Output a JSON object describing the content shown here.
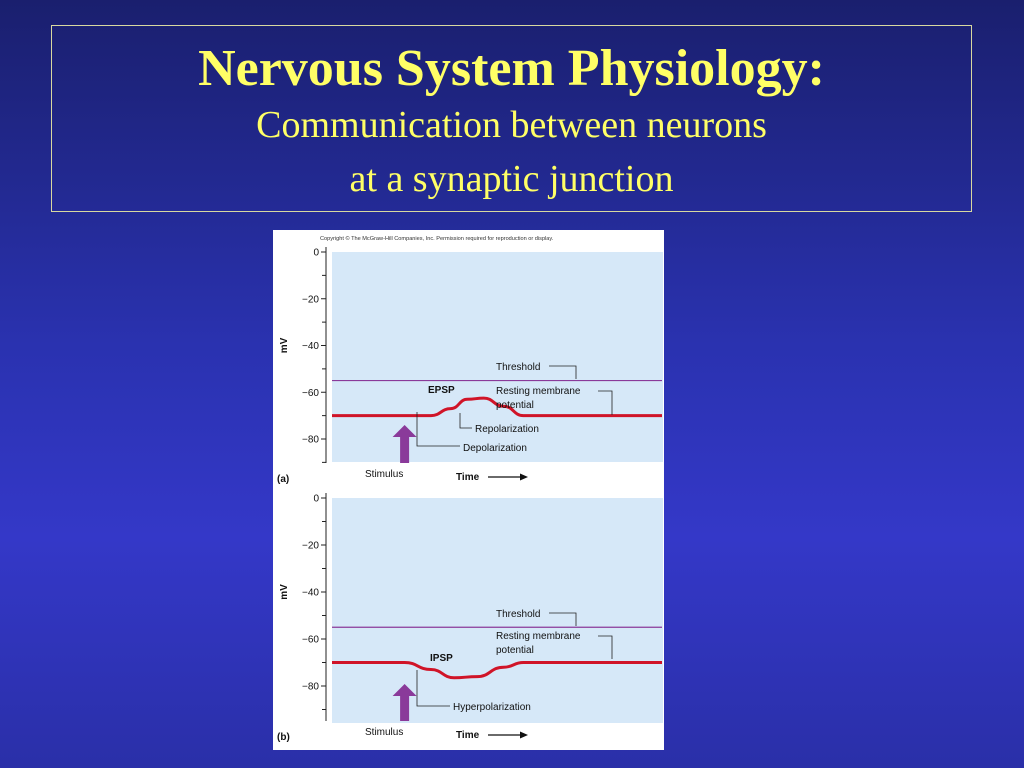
{
  "slide": {
    "title": "Nervous System Physiology:",
    "subtitle_line1": "Communication between neurons",
    "subtitle_line2": "at a synaptic junction"
  },
  "figure": {
    "copyright": "Copyright © The McGraw-Hill Companies, Inc. Permission required for reproduction or display."
  },
  "colors": {
    "title_text": "#ffff66",
    "plot_bg": "#d6e8f8",
    "threshold_line": "#8a3a9a",
    "membrane_line": "#d01428",
    "stimulus_arrow": "#8a3a9a"
  },
  "chart_data": [
    {
      "type": "line",
      "panel_label": "(a)",
      "ylabel": "mV",
      "xlabel": "Time",
      "ylim": [
        -90,
        0
      ],
      "yticks": [
        0,
        -20,
        -40,
        -60,
        -80
      ],
      "ytick_labels": [
        "0",
        "−20",
        "−40",
        "−60",
        "−80"
      ],
      "threshold": -55,
      "resting": -70,
      "series": [
        {
          "x": [
            0,
            0.3,
            0.36,
            0.41,
            0.46,
            0.52,
            0.58,
            1.0
          ],
          "values": [
            -70,
            -70,
            -67,
            -63,
            -62.5,
            -66,
            -70,
            -70
          ]
        }
      ],
      "stimulus_x": 0.22,
      "stimulus_label": "Stimulus",
      "labels": {
        "threshold": "Threshold",
        "resting1": "Resting membrane",
        "resting2": "potential",
        "psp": "EPSP",
        "phase1": "Repolarization",
        "phase2": "Depolarization"
      }
    },
    {
      "type": "line",
      "panel_label": "(b)",
      "ylabel": "mV",
      "xlabel": "Time",
      "ylim": [
        -90,
        0
      ],
      "yticks": [
        0,
        -20,
        -40,
        -60,
        -80
      ],
      "ytick_labels": [
        "0",
        "−20",
        "−40",
        "−60",
        "−80"
      ],
      "threshold": -55,
      "resting": -70,
      "series": [
        {
          "x": [
            0,
            0.22,
            0.3,
            0.37,
            0.44,
            0.52,
            0.58,
            1.0
          ],
          "values": [
            -70,
            -70,
            -73,
            -76.5,
            -76,
            -72,
            -70,
            -70
          ]
        }
      ],
      "stimulus_x": 0.22,
      "stimulus_label": "Stimulus",
      "labels": {
        "threshold": "Threshold",
        "resting1": "Resting membrane",
        "resting2": "potential",
        "psp": "IPSP",
        "phase1": "Hyperpolarization"
      }
    }
  ]
}
